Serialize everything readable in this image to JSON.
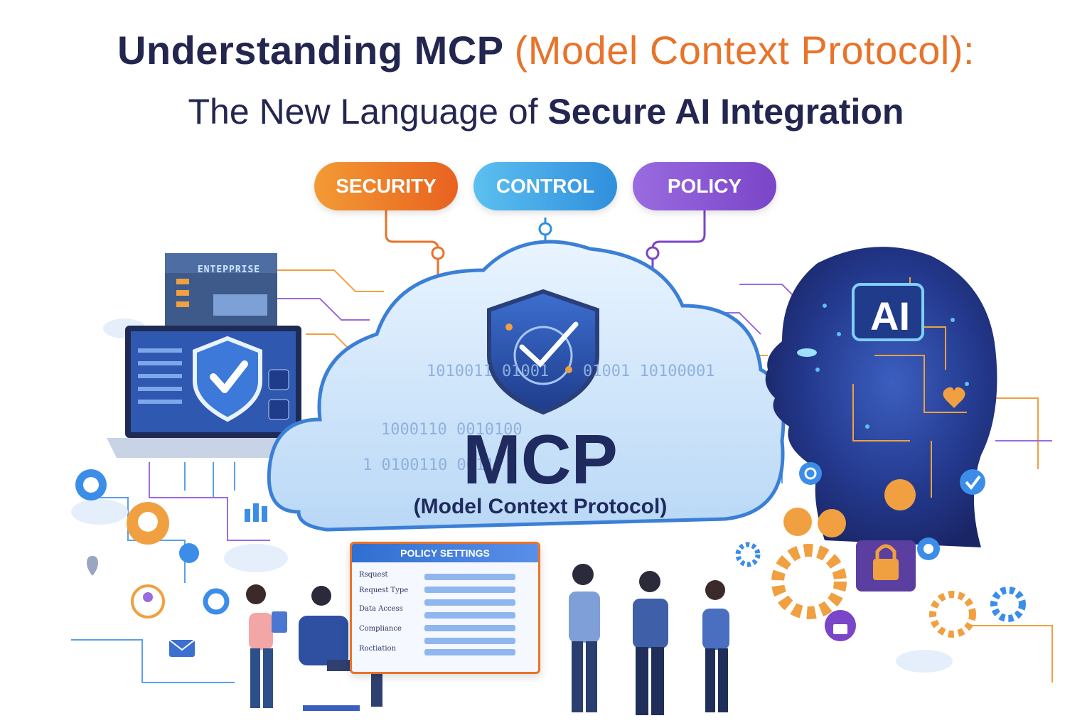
{
  "title": {
    "line1_main": "Understanding MCP ",
    "line1_accent": "(Model Context Protocol):",
    "line2_pre": "The New Language of ",
    "line2_bold": "Secure AI Integration"
  },
  "pills": {
    "security": "SECURITY",
    "control": "CONTROL",
    "policy": "POLICY"
  },
  "cloud": {
    "heading": "MCP",
    "subheading": "(Model Context Protocol)",
    "binary": [
      "1010011 01001",
      "01001 10100001",
      "1000110 0010100",
      "1 0100110 0011"
    ]
  },
  "enterprise_label": "ENTEPPRISE",
  "ai_label": "AI",
  "policy_settings": {
    "title": "POLICY SETTINGS",
    "rows": [
      "Rsquest",
      "Request Type",
      "Data Access",
      "Compliance",
      "Roctiation"
    ]
  },
  "colors": {
    "navy": "#23264f",
    "orange": "#e8732a",
    "blue": "#2f8fdc",
    "purple": "#7a45c8"
  }
}
